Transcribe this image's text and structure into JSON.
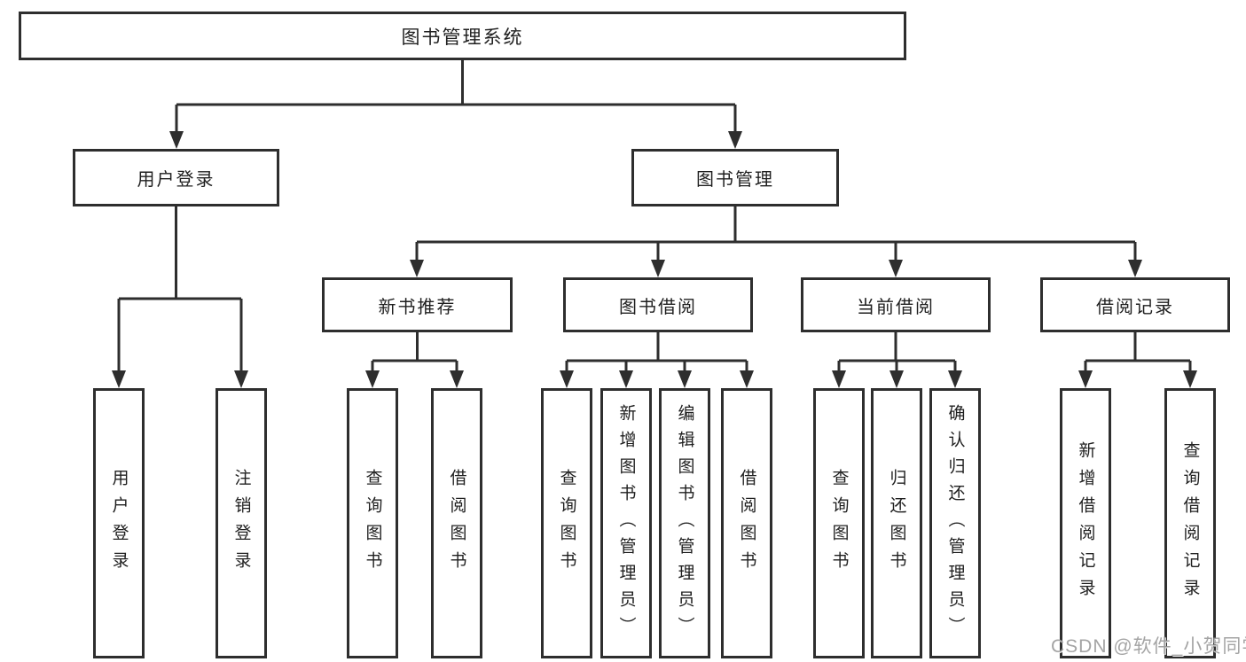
{
  "diagram": {
    "line_color": "#2e2e2e",
    "tree": {
      "label": "图书管理系统",
      "children": [
        {
          "label": "用户登录",
          "children": [
            {
              "label": "用户登录"
            },
            {
              "label": "注销登录"
            }
          ]
        },
        {
          "label": "图书管理",
          "children": [
            {
              "label": "新书推荐",
              "children": [
                {
                  "label": "查询图书"
                },
                {
                  "label": "借阅图书"
                }
              ]
            },
            {
              "label": "图书借阅",
              "children": [
                {
                  "label": "查询图书"
                },
                {
                  "label": "新增图书（管理员）"
                },
                {
                  "label": "编辑图书（管理员）"
                },
                {
                  "label": "借阅图书"
                }
              ]
            },
            {
              "label": "当前借阅",
              "children": [
                {
                  "label": "查询图书"
                },
                {
                  "label": "归还图书"
                },
                {
                  "label": "确认归还（管理员）"
                }
              ]
            },
            {
              "label": "借阅记录",
              "children": [
                {
                  "label": "新增借阅记录"
                },
                {
                  "label": "查询借阅记录"
                }
              ]
            }
          ]
        }
      ]
    }
  },
  "watermark": {
    "text": "CSDN @软件_小贺同学",
    "color": "#949494"
  }
}
